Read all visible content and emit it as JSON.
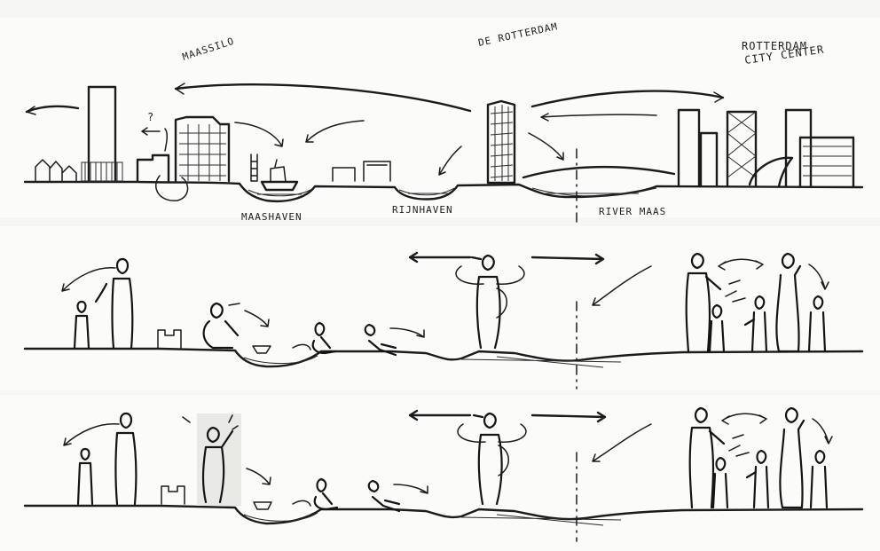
{
  "labels": {
    "maassilo": "MAASSILO",
    "de_rotterdam": "DE ROTTERDAM",
    "city_center_1": "ROTTERDAM",
    "city_center_2": "CITY CENTER",
    "maashaven": "MAASHAVEN",
    "rijnhaven": "RIJNHAVEN",
    "river_maas": "RIVER MAAS",
    "question_mark": "?"
  },
  "colors": {
    "ink": "#1b1b1b",
    "paper": "#f6f6f4"
  },
  "panels": [
    {
      "name": "skyline-section",
      "row": 1
    },
    {
      "name": "people-section",
      "row": 2
    },
    {
      "name": "people-section-alt",
      "row": 3
    }
  ]
}
